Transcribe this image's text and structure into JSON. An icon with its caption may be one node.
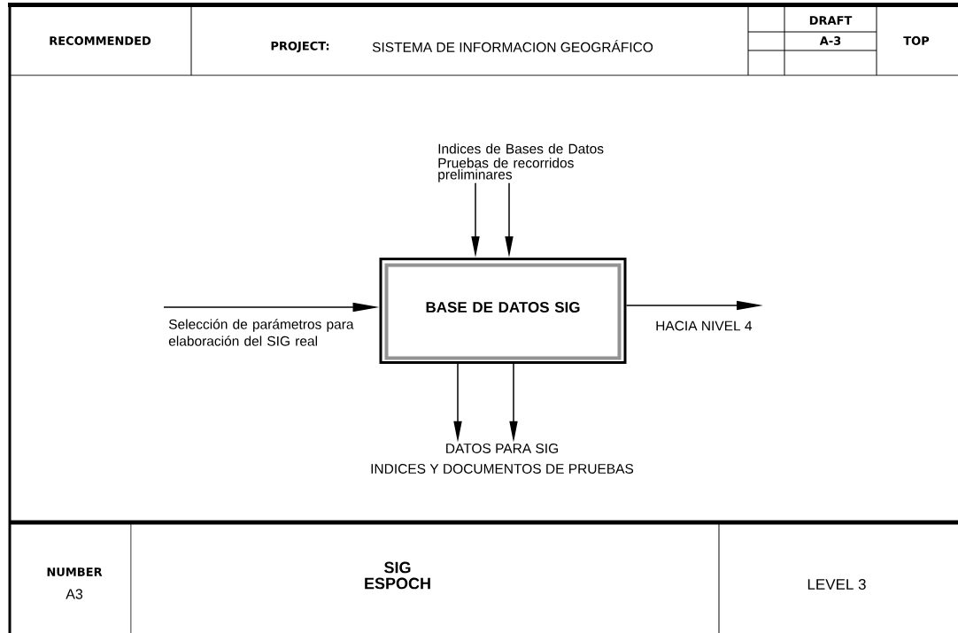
{
  "diagram": {
    "nodes": [
      {
        "text": [
          "Indices de Bases de Datos",
          "Pruebas de recorridos preliminares"
        ]
      },
      {
        "text": [
          "BASE DE DATOS SIG"
        ]
      },
      {
        "text": [
          "DATOS PARA SIG",
          "INDICES Y DOCUMENTOS DE PRUEBAS"
        ]
      }
    ],
    "edges": [
      {
        "from": 0,
        "to": 1,
        "arrow": "to"
      },
      {
        "from": 0,
        "to": 1,
        "arrow": "to"
      },
      {
        "from": null,
        "to": 1,
        "arrow": "to",
        "label": "Selección de parámetros para elaboración del SIG real"
      },
      {
        "from": 1,
        "to": null,
        "arrow": "to",
        "label": "HACIA NIVEL 4"
      },
      {
        "from": 1,
        "to": 2,
        "arrow": "to"
      },
      {
        "from": 1,
        "to": 2,
        "arrow": "to"
      }
    ],
    "labels": [
      "RECOMMENDED",
      "PROJECT:",
      "SISTEMA DE INFORMACION GEOGRÁFICO",
      "DRAFT",
      "A-3",
      "TOP",
      "NUMBER",
      "A3",
      "SIG ESPOCH",
      "LEVEL 3"
    ]
  }
}
